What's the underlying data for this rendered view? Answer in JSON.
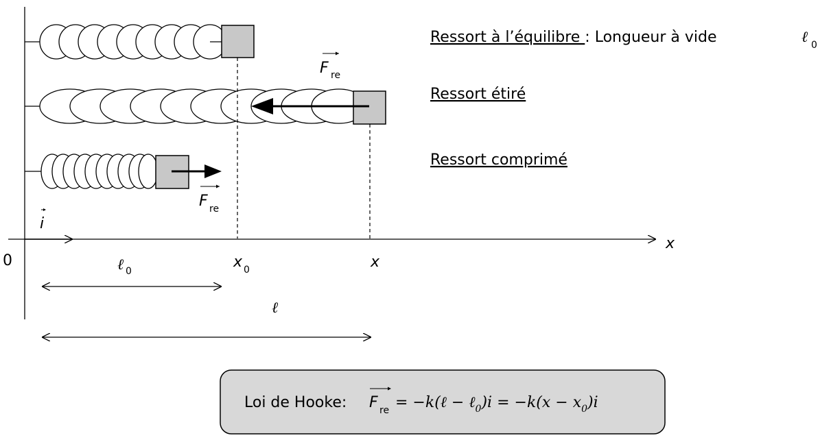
{
  "labels": {
    "equilibrium": "Ressort à l’équilibre ",
    "equilibrium_suffix": ": Longueur à vide",
    "stretched": "Ressort étiré",
    "compressed": "Ressort comprimé",
    "force_letter": "F",
    "force_sub": "re",
    "unit_vector": "i",
    "origin": "0",
    "x_axis": "x",
    "x0": "x",
    "x0_sub": "0",
    "x_pos": "x",
    "ell": "ℓ",
    "ell0": "ℓ",
    "ell0_sub": "0"
  },
  "formula": {
    "prefix": "Loi de Hooke: ",
    "part1": "= −k(ℓ − ℓ",
    "part2": ")",
    "part3": " = −k(x − x",
    "part4": ")"
  }
}
